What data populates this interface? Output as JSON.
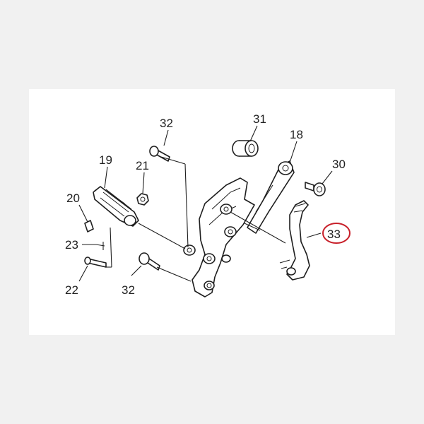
{
  "diagram": {
    "callouts": [
      {
        "id": "c31",
        "label": "31"
      },
      {
        "id": "c18",
        "label": "18"
      },
      {
        "id": "c30",
        "label": "30"
      },
      {
        "id": "c32a",
        "label": "32"
      },
      {
        "id": "c19",
        "label": "19"
      },
      {
        "id": "c21",
        "label": "21"
      },
      {
        "id": "c20",
        "label": "20"
      },
      {
        "id": "c23",
        "label": "23"
      },
      {
        "id": "c22",
        "label": "22"
      },
      {
        "id": "c32b",
        "label": "32"
      },
      {
        "id": "c33",
        "label": "33"
      }
    ],
    "highlight": {
      "label_ref": "33",
      "color": "#c8202a"
    }
  }
}
